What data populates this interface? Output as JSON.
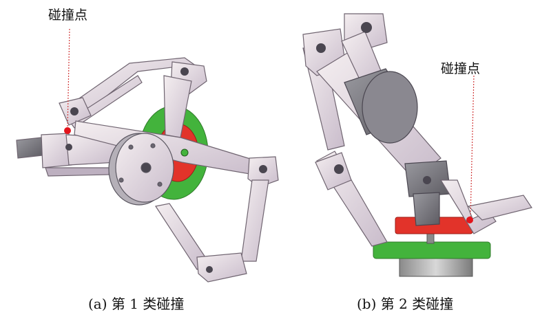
{
  "figure": {
    "panel_a": {
      "annotation": "碰撞点",
      "caption": "(a) 第 1 类碰撞"
    },
    "panel_b": {
      "annotation": "碰撞点",
      "caption": "(b) 第 2 类碰撞"
    }
  },
  "colors": {
    "link_face": "#ece3e6",
    "link_shade": "#bdb0c0",
    "link_edge": "#6f6470",
    "joint_dark": "#7d7a80",
    "green_disk": "#43b33c",
    "red_disk": "#e2332a",
    "contact_point": "#e3141c",
    "leader_line": "#d23a3a",
    "base_gray": "#9a9a9a"
  }
}
